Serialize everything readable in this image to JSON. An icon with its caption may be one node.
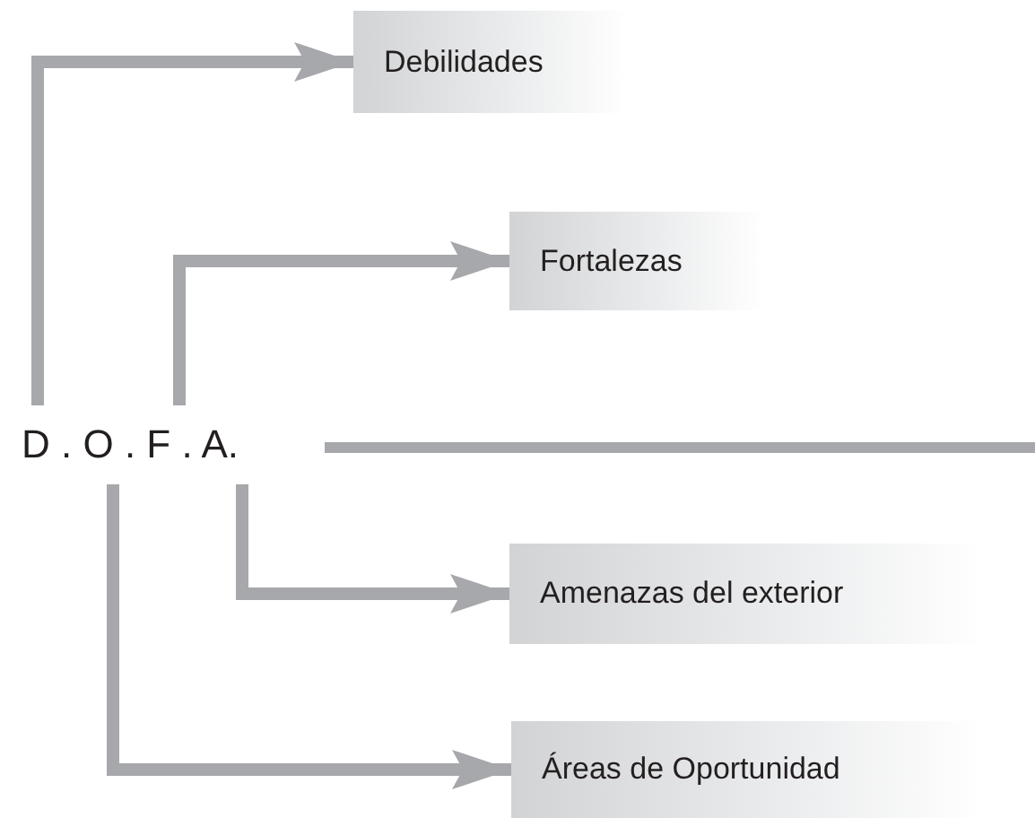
{
  "diagram": {
    "nodes": [
      {
        "text": [
          "D . O . F . A."
        ]
      },
      {
        "text": [
          "Debilidades"
        ]
      },
      {
        "text": [
          "Fortalezas"
        ]
      },
      {
        "text": [
          "Amenazas del exterior"
        ]
      },
      {
        "text": [
          "Áreas de Oportunidad"
        ]
      }
    ],
    "edges": [
      {
        "from": 0,
        "to": 1,
        "arrow": "to"
      },
      {
        "from": 0,
        "to": 2,
        "arrow": "to"
      },
      {
        "from": 0,
        "to": 3,
        "arrow": "to"
      },
      {
        "from": 0,
        "to": 4,
        "arrow": "to"
      }
    ]
  }
}
